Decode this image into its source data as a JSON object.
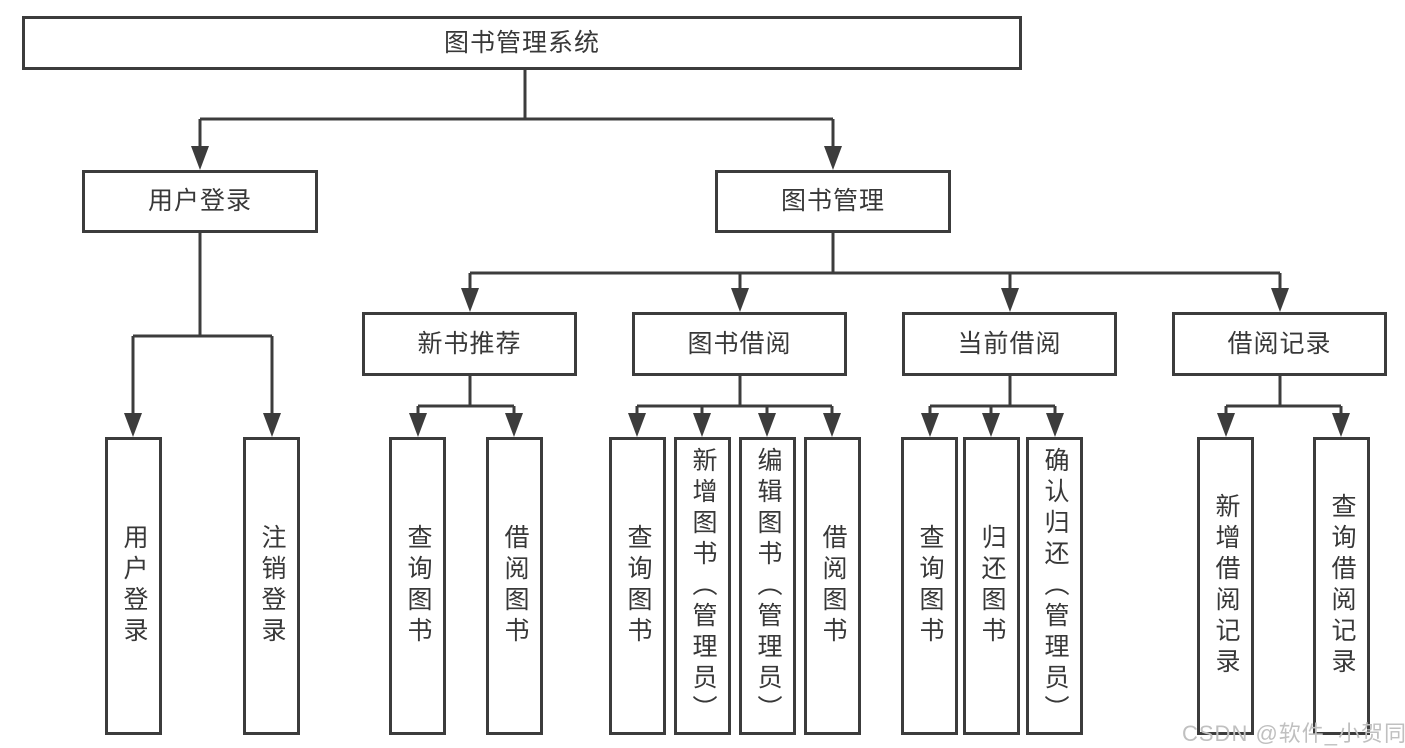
{
  "title": "图书管理系统",
  "colors": {
    "line": "#3c3c3c",
    "node_border": "#3c3c3c",
    "node_text": "#383838",
    "background": "#ffffff",
    "watermark": "#c0c0c0"
  },
  "nodes": {
    "root": "图书管理系统",
    "user_login": "用户登录",
    "book_mgmt": "图书管理",
    "new_rec": "新书推荐",
    "book_borrow": "图书借阅",
    "current_borrow": "当前借阅",
    "borrow_records": "借阅记录",
    "leaf_user_login": "用户登录",
    "leaf_logout": "注销登录",
    "rec_query_book": "查询图书",
    "rec_borrow_book": "借阅图书",
    "bb_query_book": "查询图书",
    "bb_add_book": "新增图书（管理员）",
    "bb_edit_book": "编辑图书（管理员）",
    "bb_borrow_book": "借阅图书",
    "cb_query_book": "查询图书",
    "cb_return_book": "归还图书",
    "cb_confirm_return": "确认归还（管理员）",
    "br_add_record": "新增借阅记录",
    "br_query_record": "查询借阅记录"
  },
  "watermark": "CSDN @软件_小贺同学"
}
